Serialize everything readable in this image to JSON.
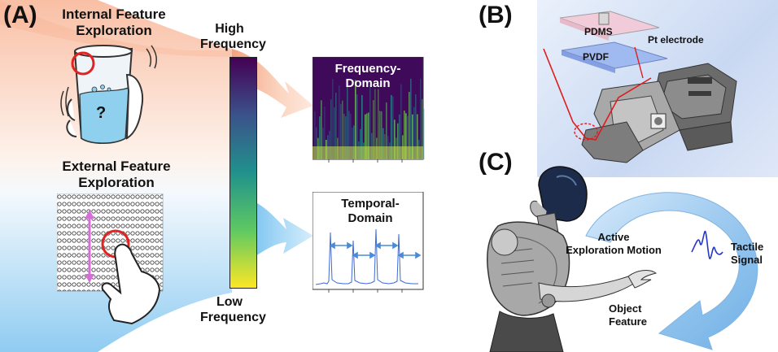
{
  "panels": {
    "a": {
      "label": "(A)",
      "internal_title_1": "Internal Feature",
      "internal_title_2": "Exploration",
      "external_title_1": "External Feature",
      "external_title_2": "Exploration",
      "cup_mark": "?",
      "high_freq_1": "High",
      "high_freq_2": "Frequency",
      "low_freq_1": "Low",
      "low_freq_2": "Frequency",
      "freq_domain_1": "Frequency-",
      "freq_domain_2": "Domain",
      "temporal_1": "Temporal-",
      "temporal_2": "Domain"
    },
    "b": {
      "label": "(B)",
      "pdms": "PDMS",
      "pvdf": "PVDF",
      "electrode": "Pt electrode"
    },
    "c": {
      "label": "(C)",
      "active_1": "Active",
      "active_2": "Exploration Motion",
      "tactile_1": "Tactile",
      "tactile_2": "Signal",
      "object_1": "Object",
      "object_2": "Feature"
    }
  },
  "colors": {
    "orange_flow": "#f7b99a",
    "blue_flow": "#8ccaf0",
    "red_circle": "#e32222",
    "arrow_blue": "#5a9fd6",
    "viridis_top": "#440154",
    "viridis_bottom": "#fde725"
  }
}
